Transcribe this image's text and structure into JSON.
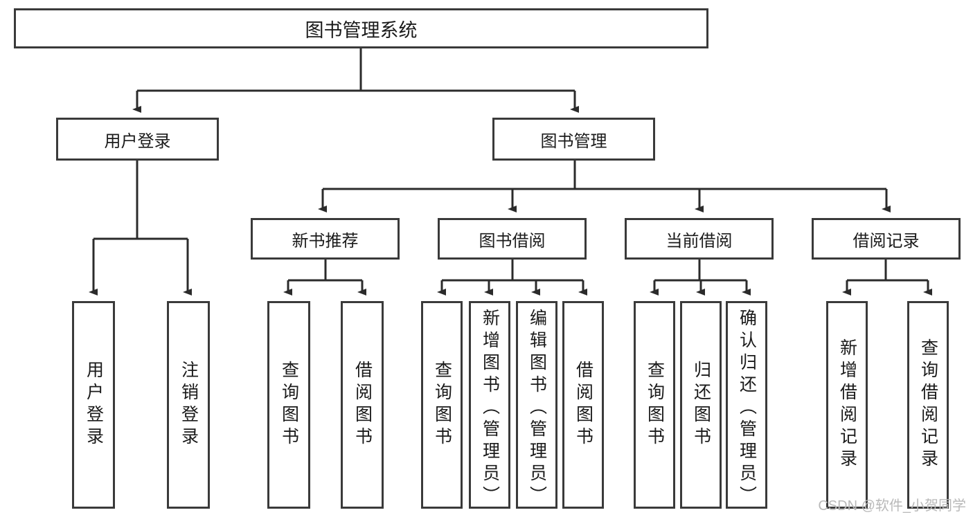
{
  "diagram": {
    "type": "tree",
    "title": "图书管理系统",
    "colors": {
      "box_border": "#3a3a3a",
      "box_fill": "#ffffff",
      "connector": "#2b2b2b",
      "text": "#1a1a1a",
      "watermark": "#b9b9b9"
    },
    "root": {
      "label": "图书管理系统"
    },
    "level2": [
      {
        "label": "用户登录"
      },
      {
        "label": "图书管理"
      }
    ],
    "level3": [
      {
        "label": "新书推荐"
      },
      {
        "label": "图书借阅"
      },
      {
        "label": "当前借阅"
      },
      {
        "label": "借阅记录"
      }
    ],
    "leaves": {
      "user_login": [
        {
          "label": "用户登录"
        },
        {
          "label": "注销登录"
        }
      ],
      "new_book_recommend": [
        {
          "label": "查询图书"
        },
        {
          "label": "借阅图书"
        }
      ],
      "book_borrow": [
        {
          "label": "查询图书"
        },
        {
          "label": "新增图书（管理员）"
        },
        {
          "label": "编辑图书（管理员）"
        },
        {
          "label": "借阅图书"
        }
      ],
      "current_borrow": [
        {
          "label": "查询图书"
        },
        {
          "label": "归还图书"
        },
        {
          "label": "确认归还（管理员）"
        }
      ],
      "borrow_record": [
        {
          "label": "新增借阅记录"
        },
        {
          "label": "查询借阅记录"
        }
      ]
    },
    "watermark": "CSDN @软件_小贺同学"
  }
}
